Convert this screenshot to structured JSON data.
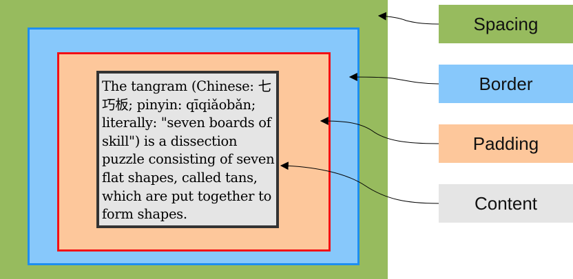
{
  "legend": {
    "spacing": "Spacing",
    "border": "Border",
    "padding": "Padding",
    "content": "Content"
  },
  "content_text": "The tangram (Chinese: 七\n巧板; pinyin: qīqiǎobǎn;\nliterally: \"seven boards of\nskill\") is a dissection\npuzzle consisting of seven\nflat shapes, called tans,\nwhich are put together to\nform shapes.",
  "colors": {
    "spacing": "#97bb5e",
    "border_fill": "#87c8fb",
    "border_line": "#1d8ef0",
    "padding_fill": "#fdc79b",
    "padding_line": "#f20f15",
    "content_fill": "#e5e5e5",
    "content_line": "#333333"
  }
}
